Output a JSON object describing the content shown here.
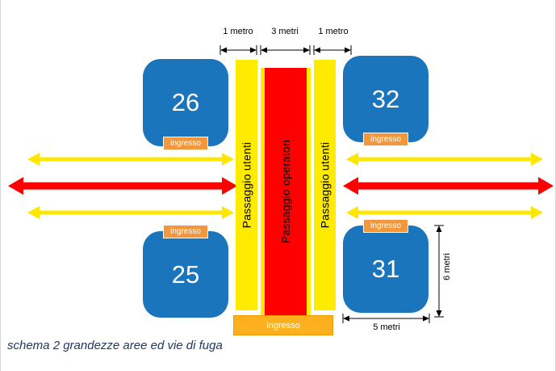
{
  "caption": "schema 2 grandezze aree ed vie di fuga",
  "top_dimensions": [
    {
      "label": "1 metro"
    },
    {
      "label": "3 metri"
    },
    {
      "label": "1 metro"
    }
  ],
  "booths": {
    "top_left": {
      "number": "26",
      "entrance": "ingresso"
    },
    "top_right": {
      "number": "32",
      "entrance": "ingresso"
    },
    "bottom_left": {
      "number": "25",
      "entrance": "ingresso"
    },
    "bottom_right": {
      "number": "31",
      "entrance": "ingresso"
    }
  },
  "passages": {
    "left": "Passaggio utenti",
    "center": "Passaggio operatori",
    "right": "Passaggio utenti"
  },
  "bottom_entrance": "ingresso",
  "side_dimensions": {
    "width": "5 metri",
    "height": "6 metri"
  },
  "colors": {
    "booth_blue": "#1B75BC",
    "passage_yellow": "#FFEB00",
    "operator_red": "#FF0000",
    "entrance_tag_orange": "#F2973C",
    "bottom_entrance_orange": "#FFB01E",
    "escape_arrow_yellow": "#FFE600",
    "escape_arrow_red": "#FF0000",
    "caption_blue": "#1F3864"
  }
}
